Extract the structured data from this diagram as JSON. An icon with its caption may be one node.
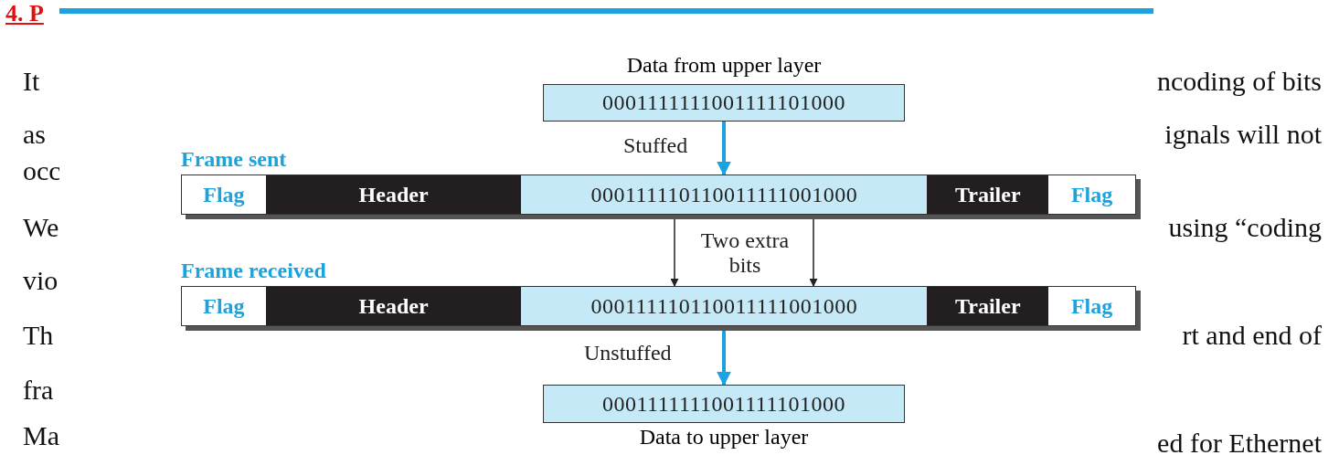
{
  "diagram": {
    "nodes": [
      {
        "text": [
          "Data from upper layer",
          "0001111111001111101000"
        ]
      },
      {
        "text": [
          "Frame sent"
        ]
      },
      {
        "text": [
          "Flag"
        ],
        "in": 1
      },
      {
        "text": [
          "Header"
        ],
        "in": 1
      },
      {
        "text": [
          "000111110110011111001000"
        ],
        "in": 1
      },
      {
        "text": [
          "Trailer"
        ],
        "in": 1
      },
      {
        "text": [
          "Flag"
        ],
        "in": 1
      },
      {
        "text": [
          "Frame received"
        ]
      },
      {
        "text": [
          "Flag"
        ],
        "in": 7
      },
      {
        "text": [
          "Header"
        ],
        "in": 7
      },
      {
        "text": [
          "000111110110011111001000"
        ],
        "in": 7
      },
      {
        "text": [
          "Trailer"
        ],
        "in": 7
      },
      {
        "text": [
          "Flag"
        ],
        "in": 7
      },
      {
        "text": [
          "0001111111001111101000",
          "Data to upper layer"
        ]
      }
    ],
    "edges": [
      {
        "from": 0,
        "to": 4,
        "arrow": "to",
        "label": "Stuffed",
        "style": "thick",
        "color": "#1aa3dc"
      },
      {
        "from": 4,
        "to": 10,
        "arrow": "to",
        "color": "#222222"
      },
      {
        "from": 4,
        "to": 10,
        "arrow": "to",
        "color": "#222222"
      },
      {
        "from": 10,
        "to": 13,
        "arrow": "to",
        "label": "Unstuffed",
        "style": "thick",
        "color": "#1aa3dc"
      }
    ],
    "labels": [
      "4. P",
      "It",
      "ncoding of bits",
      "as",
      "ignals will not",
      "occ",
      "Two extra bits",
      "We",
      "using “coding",
      "vio",
      "Th",
      "rt and end of",
      "fra",
      "Ma",
      "ed for Ethernet"
    ]
  }
}
